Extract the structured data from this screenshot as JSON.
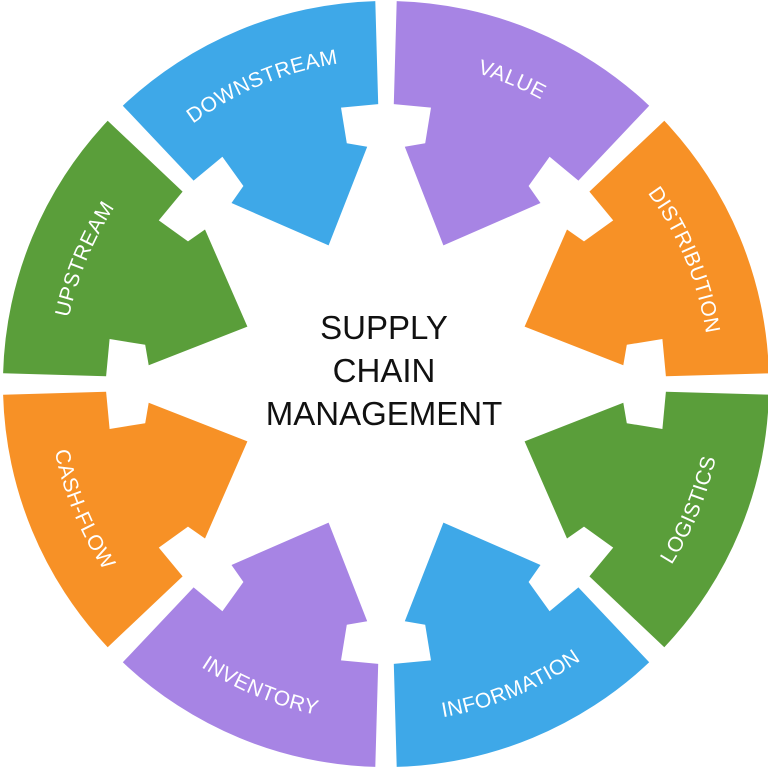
{
  "center_title": [
    "SUPPLY",
    "CHAIN",
    "MANAGEMENT"
  ],
  "segments": [
    {
      "label": "VALUE",
      "color": "#A784E4"
    },
    {
      "label": "DISTRIBUTION",
      "color": "#F79126"
    },
    {
      "label": "LOGISTICS",
      "color": "#5A9E3A"
    },
    {
      "label": "INFORMATION",
      "color": "#3EA8E8"
    },
    {
      "label": "INVENTORY",
      "color": "#A784E4"
    },
    {
      "label": "CASH-FLOW",
      "color": "#F79126"
    },
    {
      "label": "UPSTREAM",
      "color": "#5A9E3A"
    },
    {
      "label": "DOWNSTREAM",
      "color": "#3EA8E8"
    }
  ]
}
